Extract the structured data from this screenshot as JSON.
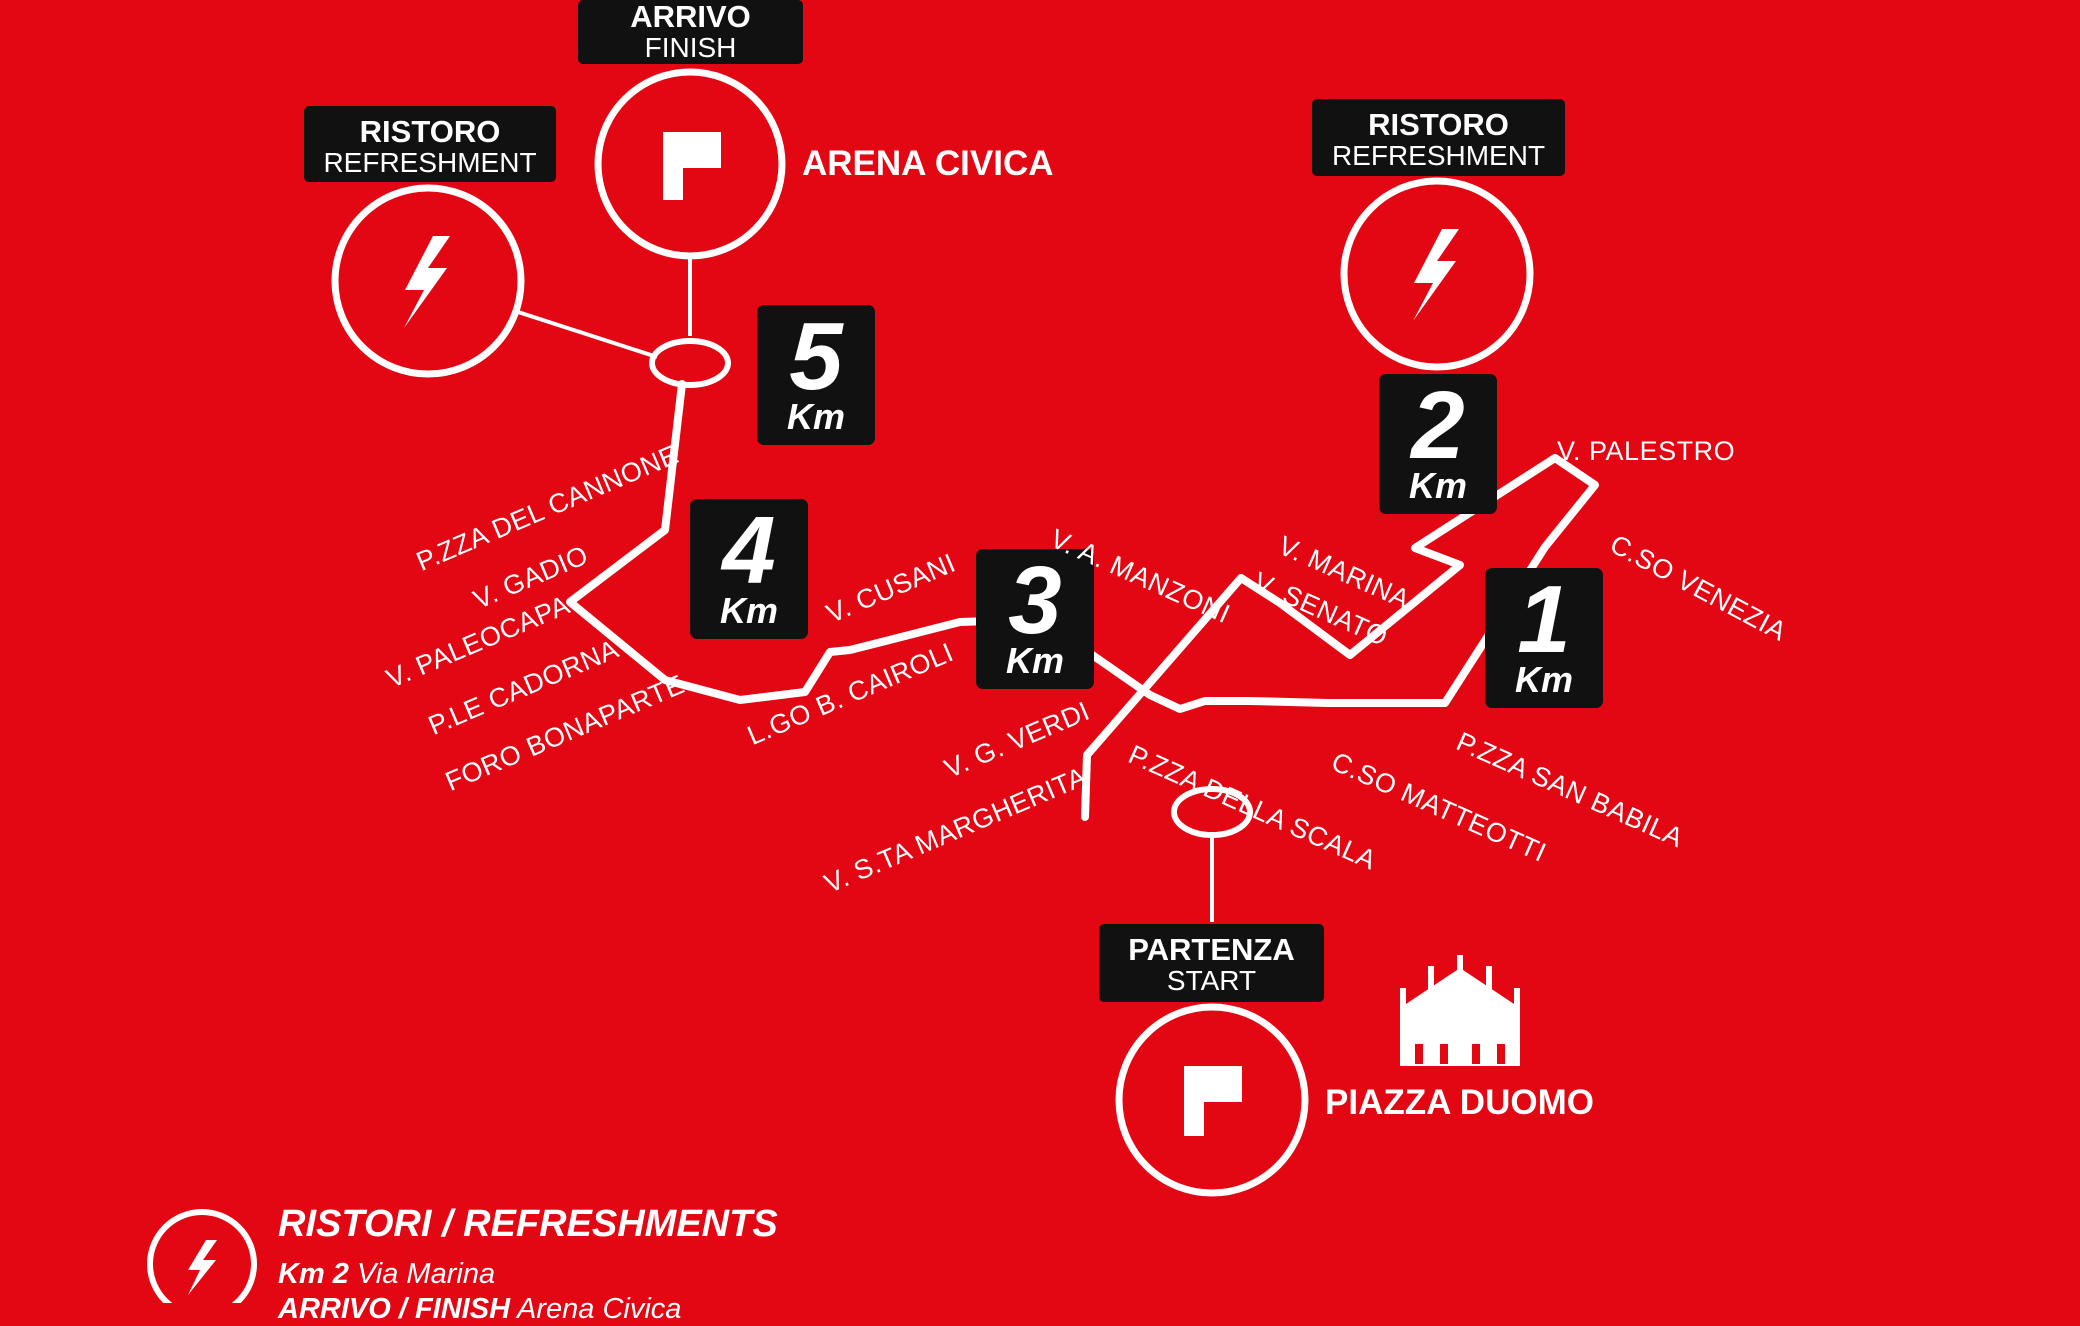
{
  "colors": {
    "background": "#e30613",
    "line": "#ffffff",
    "box": "#111111"
  },
  "finish": {
    "label_it": "ARRIVO",
    "label_en": "FINISH",
    "place": "ARENA CIVICA",
    "icon": "flag-icon"
  },
  "start": {
    "label_it": "PARTENZA",
    "label_en": "START",
    "place": "PIAZZA DUOMO",
    "icon": "flag-icon"
  },
  "refreshments": [
    {
      "label_it": "RISTORO",
      "label_en": "REFRESHMENT",
      "icon": "lightning-icon"
    },
    {
      "label_it": "RISTORO",
      "label_en": "REFRESHMENT",
      "icon": "lightning-icon"
    }
  ],
  "km_markers": [
    {
      "number": "1",
      "unit": "Km"
    },
    {
      "number": "2",
      "unit": "Km"
    },
    {
      "number": "3",
      "unit": "Km"
    },
    {
      "number": "4",
      "unit": "Km"
    },
    {
      "number": "5",
      "unit": "Km"
    }
  ],
  "streets": [
    "P.ZZA DEL CANNONE",
    "V. GADIO",
    "V. PALEOCAPA",
    "P.LE CADORNA",
    "FORO BONAPARTE",
    "L.GO B. CAIROLI",
    "V. CUSANI",
    "V. A. MANZONI",
    "V. MARINA",
    "V. SENATO",
    "V. PALESTRO",
    "C.SO VENEZIA",
    "V. G. VERDI",
    "V. S.TA MARGHERITA",
    "P.ZZA DELLA SCALA",
    "C.SO MATTEOTTI",
    "P.ZZA SAN BABILA"
  ],
  "landmark_icon": "cathedral-icon",
  "legend": {
    "title": "RISTORI / REFRESHMENTS",
    "icon": "lightning-icon",
    "line1_km": "Km 2",
    "line1_place": "Via Marina",
    "line2_km": "ARRIVO / FINISH",
    "line2_place": "Arena Civica"
  }
}
